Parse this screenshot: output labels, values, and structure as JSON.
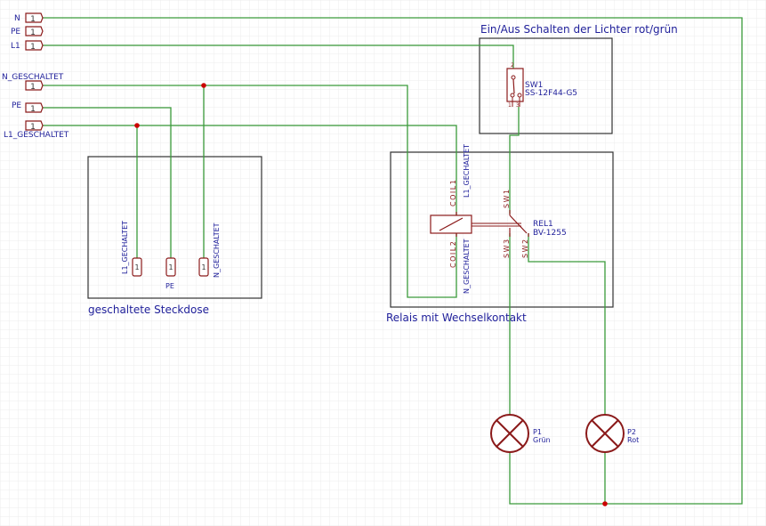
{
  "colors": {
    "wire": "#3a9a3a",
    "symbol": "#8b1a1a",
    "text": "#1f1f9a",
    "box": "#333333",
    "grid": "#e8e8e8",
    "junction": "#cc0000"
  },
  "connectors": {
    "n": "N",
    "pe": "PE",
    "l1": "L1",
    "n_geschaltet": "N_GESCHALTET",
    "pe2": "PE",
    "l1_geschaltet": "L1_GESCHALTET",
    "pin": "1"
  },
  "groups": {
    "switch_title": "Ein/Aus Schalten der Lichter rot/grün",
    "socket_title": "geschaltete Steckdose",
    "relay_title": "Relais mit Wechselkontakt"
  },
  "switch": {
    "ref": "SW1",
    "value": "SS-12F44-G5",
    "pin_top": "2",
    "pin_bottom_left": "1",
    "pin_bottom_right": "3"
  },
  "socket": {
    "label_left": "L1_GECHALTET",
    "label_mid": "PE",
    "label_right": "N_GESCHALTET",
    "pin": "1"
  },
  "relay": {
    "ref": "REL1",
    "value": "BV-1255",
    "coil1": "COIL1",
    "coil2": "COIL2",
    "sw1": "SW1",
    "sw2": "SW2",
    "sw3": "SW3",
    "net_top": "L1_GECHALTET",
    "net_bottom": "N_GESCHALTET"
  },
  "lamps": {
    "p1_ref": "P1",
    "p1_value": "Grün",
    "p2_ref": "P2",
    "p2_value": "Rot"
  }
}
